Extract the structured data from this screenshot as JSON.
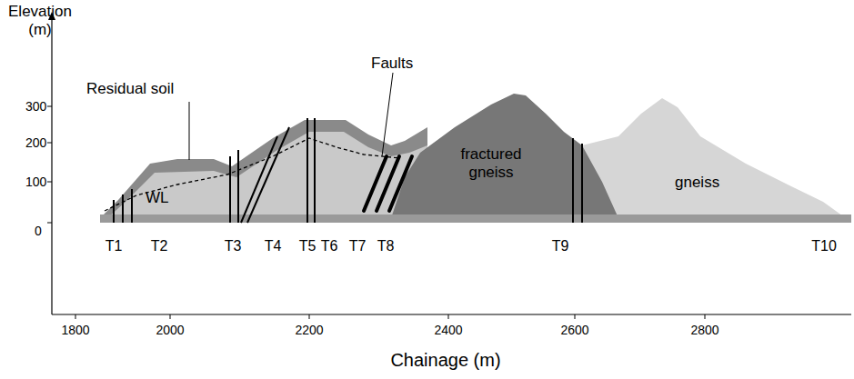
{
  "diagram": {
    "labels": [
      "Elevation (m)",
      "300",
      "200",
      "100",
      "0",
      "Residual soil",
      "Faults",
      "WL",
      "fractured gneiss",
      "gneiss",
      "T1",
      "T2",
      "T3",
      "T4",
      "T5",
      "T6",
      "T7",
      "T8",
      "T9",
      "T10",
      "1800",
      "2000",
      "2200",
      "2400",
      "2600",
      "2800",
      "Chainage (m)"
    ]
  }
}
